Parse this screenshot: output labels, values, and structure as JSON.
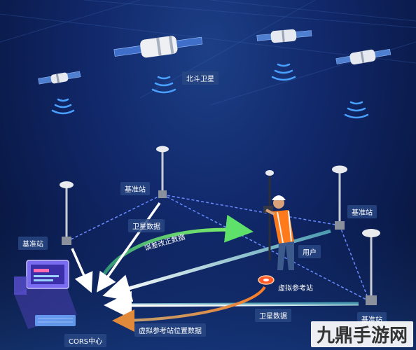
{
  "labels": {
    "beidou": "北斗卫星",
    "base_station": "基准站",
    "satellite_data": "卫星数据",
    "error_correction": "误差改正数据",
    "user": "用户",
    "virtual_reference": "虚拟参考站",
    "cors_center": "CORS中心",
    "virtual_position": "虚拟参考站位置数据"
  },
  "watermark": "九鼎手游网",
  "colors": {
    "background": "#11286a",
    "dashed_link": "#6a8cff",
    "green_arrow": "#5ee06a",
    "white_arrow": "#ffffff",
    "orange_arrow": "#e08a3a",
    "teal_arrow": "#6fb8c8"
  }
}
